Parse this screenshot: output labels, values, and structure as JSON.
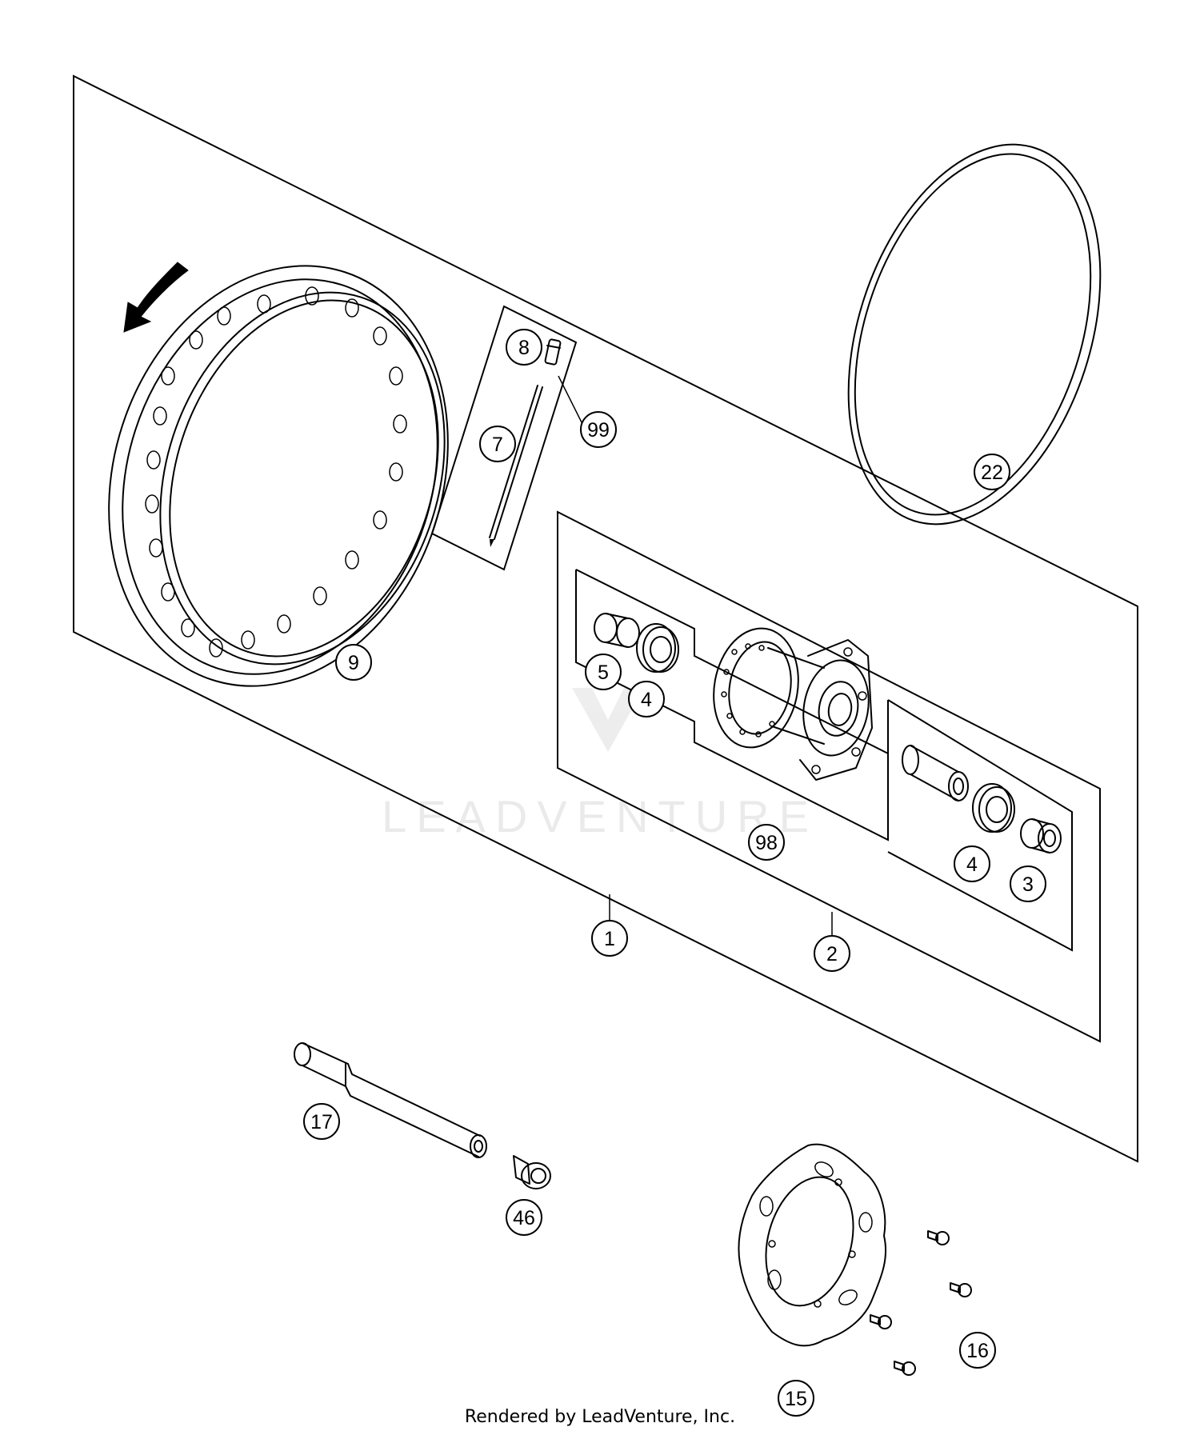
{
  "callouts": {
    "c1": "1",
    "c2": "2",
    "c3": "3",
    "c4a": "4",
    "c4b": "4",
    "c5": "5",
    "c7": "7",
    "c8": "8",
    "c9": "9",
    "c15": "15",
    "c16": "16",
    "c17": "17",
    "c22": "22",
    "c46": "46",
    "c98": "98",
    "c99": "99"
  },
  "watermark": "LEADVENTURE",
  "footer": "Rendered by LeadVenture, Inc."
}
